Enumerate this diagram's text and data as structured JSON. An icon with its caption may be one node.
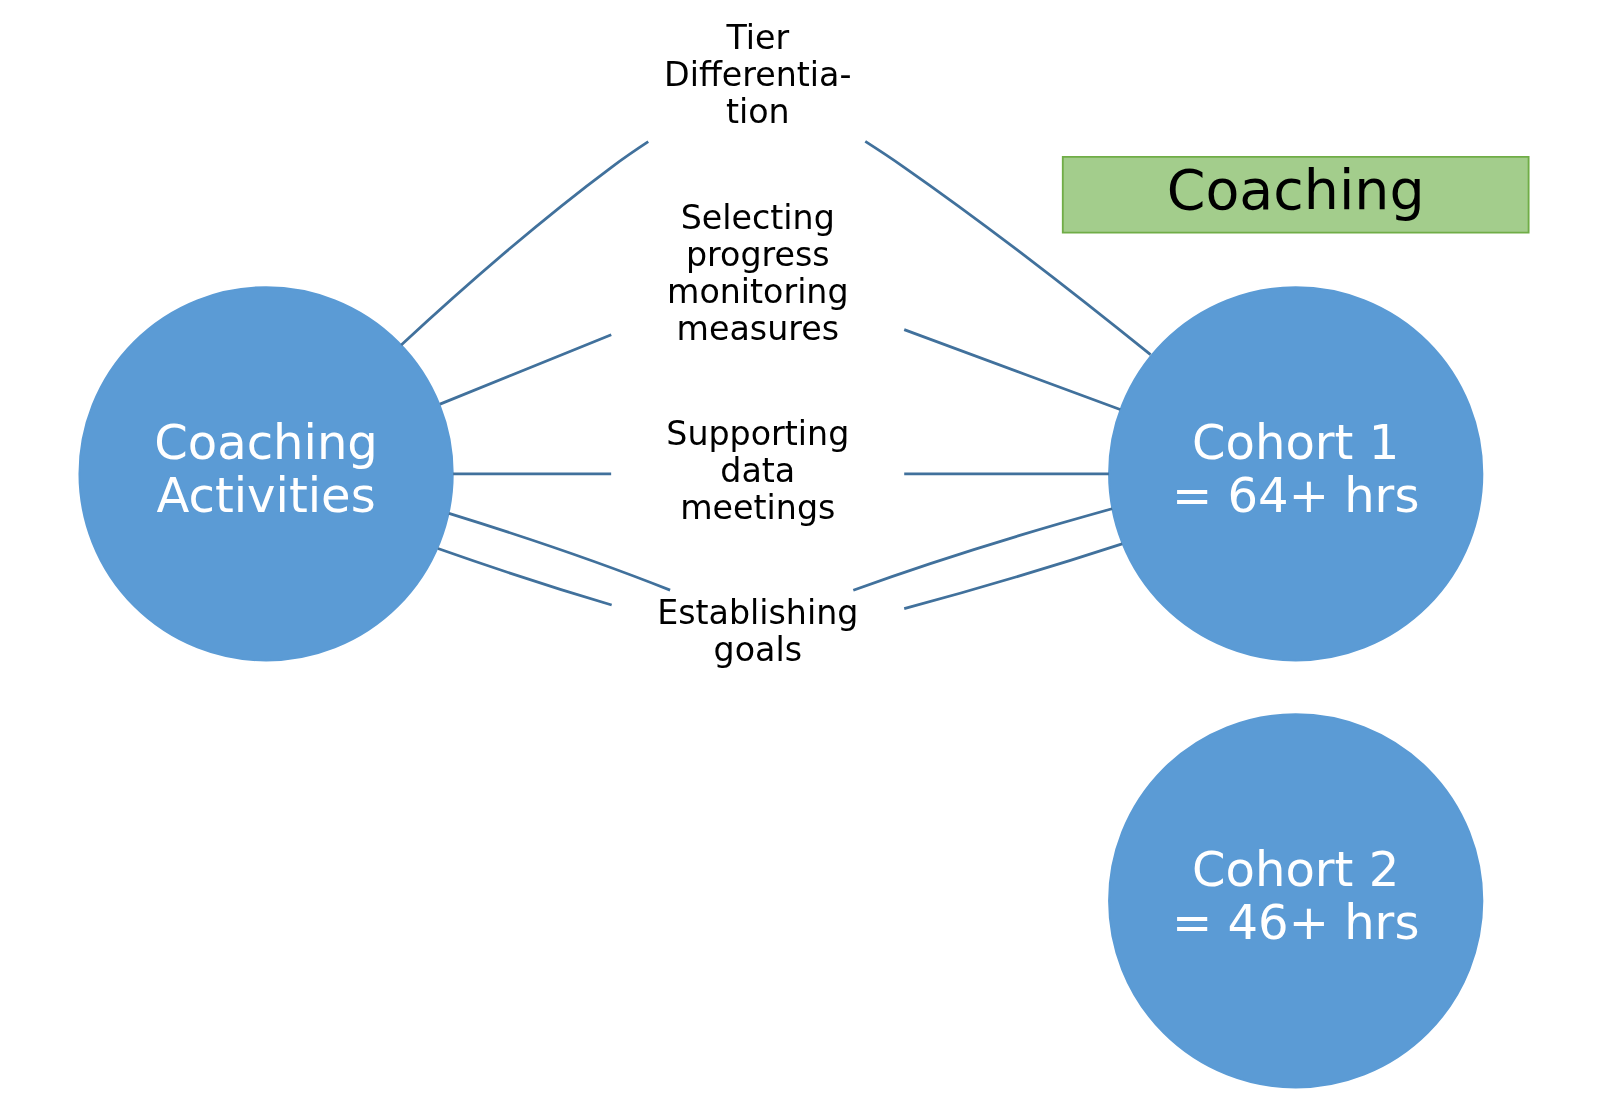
{
  "diagram": {
    "nodes": [
      {
        "text": [
          "Coaching"
        ]
      },
      {
        "text": [
          "Coaching Activities"
        ]
      },
      {
        "text": [
          "Tier Differentia- tion"
        ]
      },
      {
        "text": [
          "Selecting progress monitoring measures"
        ]
      },
      {
        "text": [
          "Supporting data meetings"
        ]
      },
      {
        "text": [
          "Establishing goals"
        ]
      },
      {
        "text": [
          "Cohort 1 = 64+ hrs"
        ]
      },
      {
        "text": [
          "Cohort 2 = 46+ hrs"
        ]
      }
    ],
    "edges": [
      {
        "from": 1,
        "to": 2,
        "arrow": "none"
      },
      {
        "from": 1,
        "to": 3,
        "arrow": "none"
      },
      {
        "from": 1,
        "to": 4,
        "arrow": "none"
      },
      {
        "from": 1,
        "to": 5,
        "arrow": "none"
      },
      {
        "from": 1,
        "to": 5,
        "arrow": "none"
      },
      {
        "from": 2,
        "to": 6,
        "arrow": "none"
      },
      {
        "from": 3,
        "to": 6,
        "arrow": "none"
      },
      {
        "from": 4,
        "to": 6,
        "arrow": "none"
      },
      {
        "from": 5,
        "to": 6,
        "arrow": "none"
      },
      {
        "from": 5,
        "to": 6,
        "arrow": "none"
      }
    ]
  }
}
